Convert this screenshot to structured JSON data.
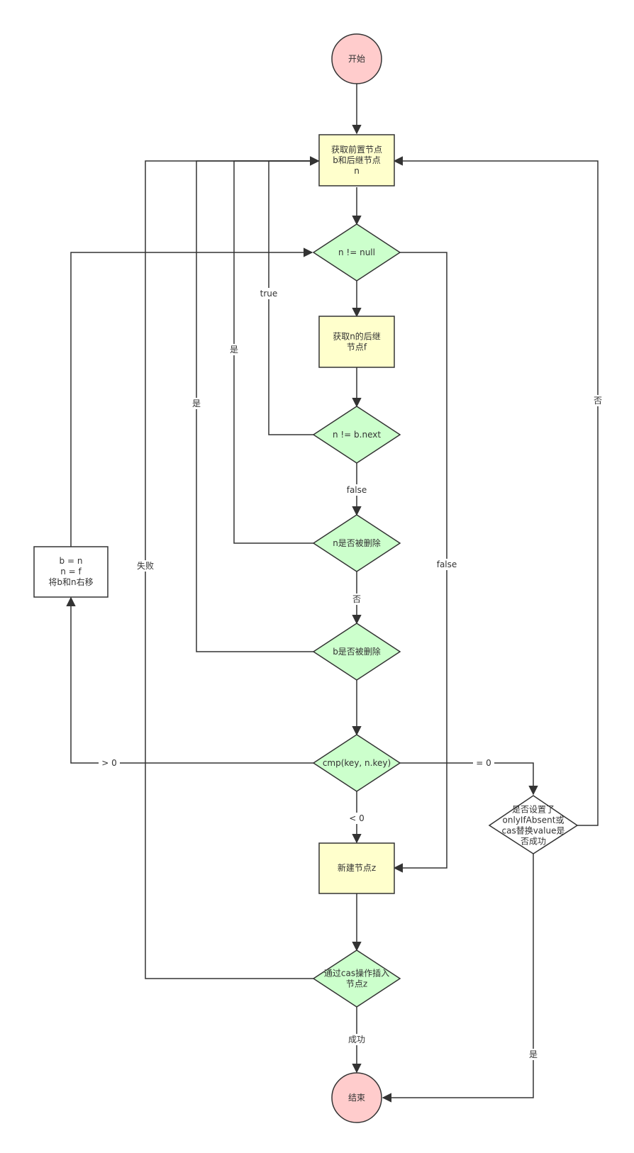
{
  "colors": {
    "terminal_fill": "#ffcccc",
    "process_fill": "#ffffcc",
    "decision_fill": "#ccffcc",
    "plain_fill": "#ffffff",
    "stroke": "#333333"
  },
  "nodes": {
    "start": {
      "lines": [
        "开始"
      ]
    },
    "get_b_n": {
      "lines": [
        "获取前置节点",
        "b和后继节点",
        "n"
      ]
    },
    "n_not_null": {
      "lines": [
        "n != null"
      ]
    },
    "get_f": {
      "lines": [
        "获取n的后继",
        "节点f"
      ]
    },
    "n_ne_bnext": {
      "lines": [
        "n != b.next"
      ]
    },
    "n_deleted": {
      "lines": [
        "n是否被删除"
      ]
    },
    "b_deleted": {
      "lines": [
        "b是否被删除"
      ]
    },
    "shift_right": {
      "lines": [
        "b = n",
        "n = f",
        "将b和n右移"
      ]
    },
    "cmp": {
      "lines": [
        "cmp(key, n.key)"
      ]
    },
    "only_if_absent": {
      "lines": [
        "是否设置了",
        "onlyIfAbsent或",
        "cas替换value是",
        "否成功"
      ]
    },
    "new_z": {
      "lines": [
        "新建节点z"
      ]
    },
    "cas_insert": {
      "lines": [
        "通过cas操作插入",
        "节点z"
      ]
    },
    "end": {
      "lines": [
        "结束"
      ]
    }
  },
  "edge_labels": {
    "true": "true",
    "yes_n_deleted": "是",
    "yes_b_deleted": "是",
    "fail": "失败",
    "false_bnext": "false",
    "no_n_deleted": "否",
    "false_null": "false",
    "gt0": "> 0",
    "eq0": "= 0",
    "lt0": "< 0",
    "no_absent": "否",
    "yes_absent": "是",
    "success": "成功"
  }
}
